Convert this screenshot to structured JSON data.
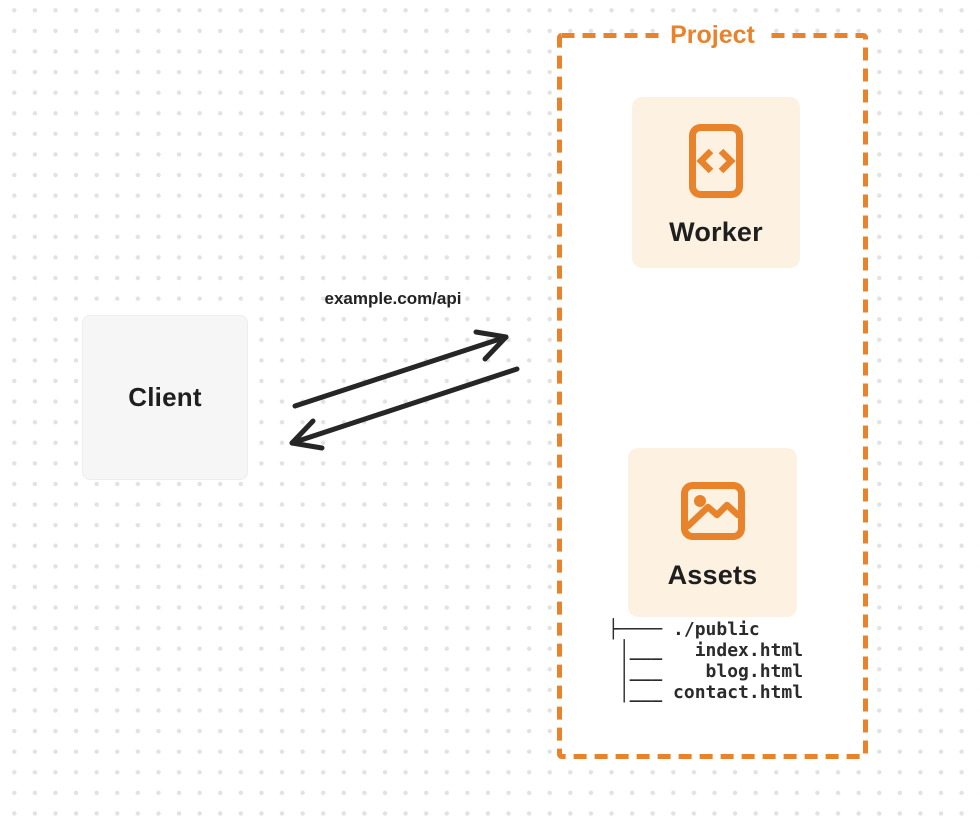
{
  "diagram": {
    "client": {
      "label": "Client"
    },
    "connection": {
      "label": "example.com/api",
      "direction": "bidirectional"
    },
    "project": {
      "label": "Project",
      "nodes": [
        {
          "label": "Worker",
          "icon": "code-file-icon"
        },
        {
          "label": "Assets",
          "icon": "image-icon"
        }
      ],
      "file_tree": {
        "root": "./public",
        "files": [
          "index.html",
          "blog.html",
          "contact.html"
        ],
        "text": "├──── ./public\n │___   index.html\n │___    blog.html\n │___ contact.html"
      }
    },
    "colors": {
      "accent_orange": "#E8832B",
      "card_background": "#FDF2E2",
      "client_background": "#F6F6F7",
      "ink": "#1F1F1F",
      "arrow": "#262626",
      "dot_grid": "#E2E2E2"
    }
  }
}
